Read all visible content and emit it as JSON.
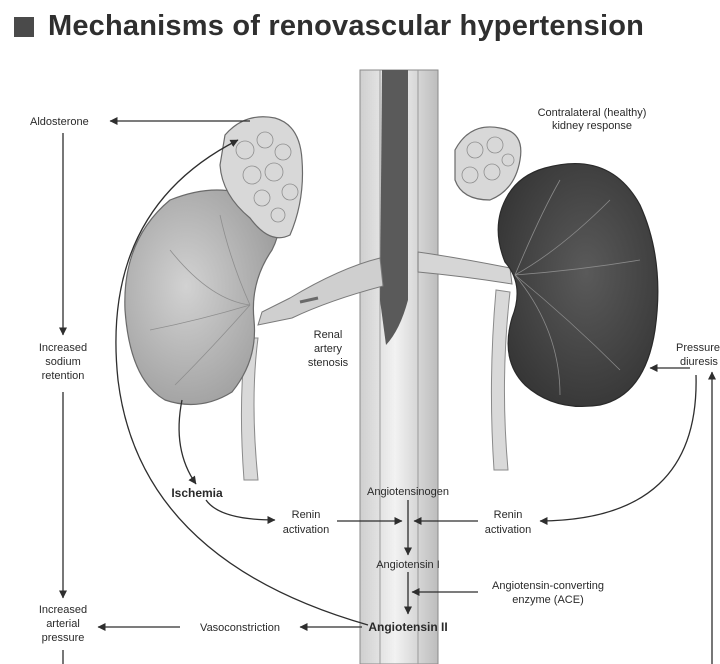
{
  "title": "Mechanisms of renovascular hypertension",
  "labels": {
    "aldosterone": "Aldosterone",
    "contralateral_1": "Contralateral (healthy)",
    "contralateral_2": "kidney response",
    "increased_sodium_1": "Increased",
    "increased_sodium_2": "sodium",
    "increased_sodium_3": "retention",
    "renal_1": "Renal",
    "renal_2": "artery",
    "renal_3": "stenosis",
    "pressure_1": "Pressure",
    "pressure_2": "diuresis",
    "ischemia": "Ischemia",
    "angiotensinogen": "Angiotensinogen",
    "renin_left_1": "Renin",
    "renin_left_2": "activation",
    "renin_right_1": "Renin",
    "renin_right_2": "activation",
    "angiotensin1": "Angiotensin I",
    "ace_1": "Angiotensin-converting",
    "ace_2": "enzyme (ACE)",
    "increased_arterial_1": "Increased",
    "increased_arterial_2": "arterial",
    "increased_arterial_3": "pressure",
    "vasoconstriction": "Vasoconstriction",
    "angiotensin2": "Angiotensin II"
  },
  "colors": {
    "arrow": "#2e2e2e",
    "kidney_left": "#bcbcbc",
    "kidney_right": "#4a4a4a",
    "adrenal": "#d8d8d8",
    "aorta": "#e6e6e6",
    "vena_cava": "#5a5a5a"
  }
}
